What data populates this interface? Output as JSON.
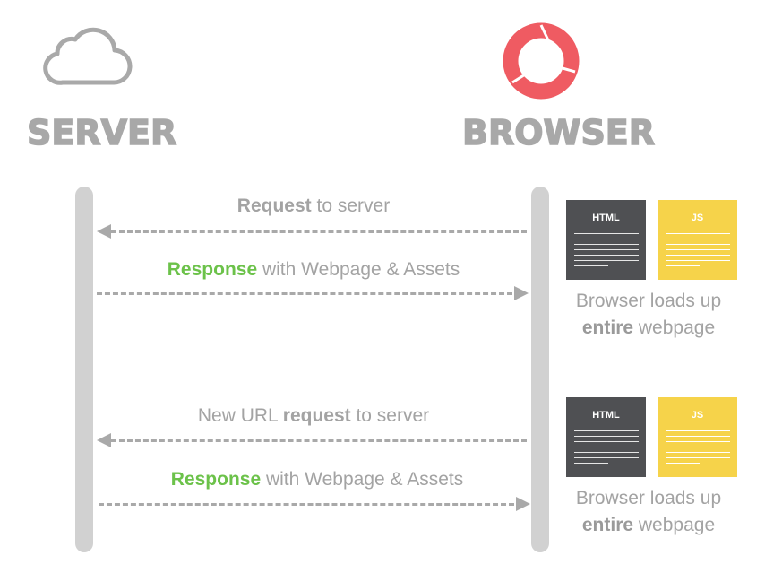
{
  "actors": {
    "server": {
      "label": "SERVER",
      "icon": "cloud-icon"
    },
    "browser": {
      "label": "BROWSER",
      "icon": "chrome-logo-icon"
    }
  },
  "colors": {
    "grey_text": "#a3a3a3",
    "green_accent": "#6cc24a",
    "lifeline": "#d1d1d1",
    "browser_logo": "#ef5b62",
    "html_doc": "#4f5053",
    "js_doc": "#f6d34a"
  },
  "messages": [
    {
      "bold": "Request",
      "rest": " to server",
      "prefix": ""
    },
    {
      "bold": "Response",
      "rest": " with Webpage & Assets",
      "prefix": ""
    },
    {
      "bold": "request",
      "rest": " to server",
      "prefix": "New URL "
    },
    {
      "bold": "Response",
      "rest": " with Webpage & Assets",
      "prefix": ""
    }
  ],
  "documents": {
    "html_label": "HTML",
    "js_label": "JS"
  },
  "captions": [
    {
      "line1": "Browser loads up",
      "bold": "entire",
      "rest": " webpage"
    },
    {
      "line1": "Browser loads up",
      "bold": "entire",
      "rest": " webpage"
    }
  ]
}
